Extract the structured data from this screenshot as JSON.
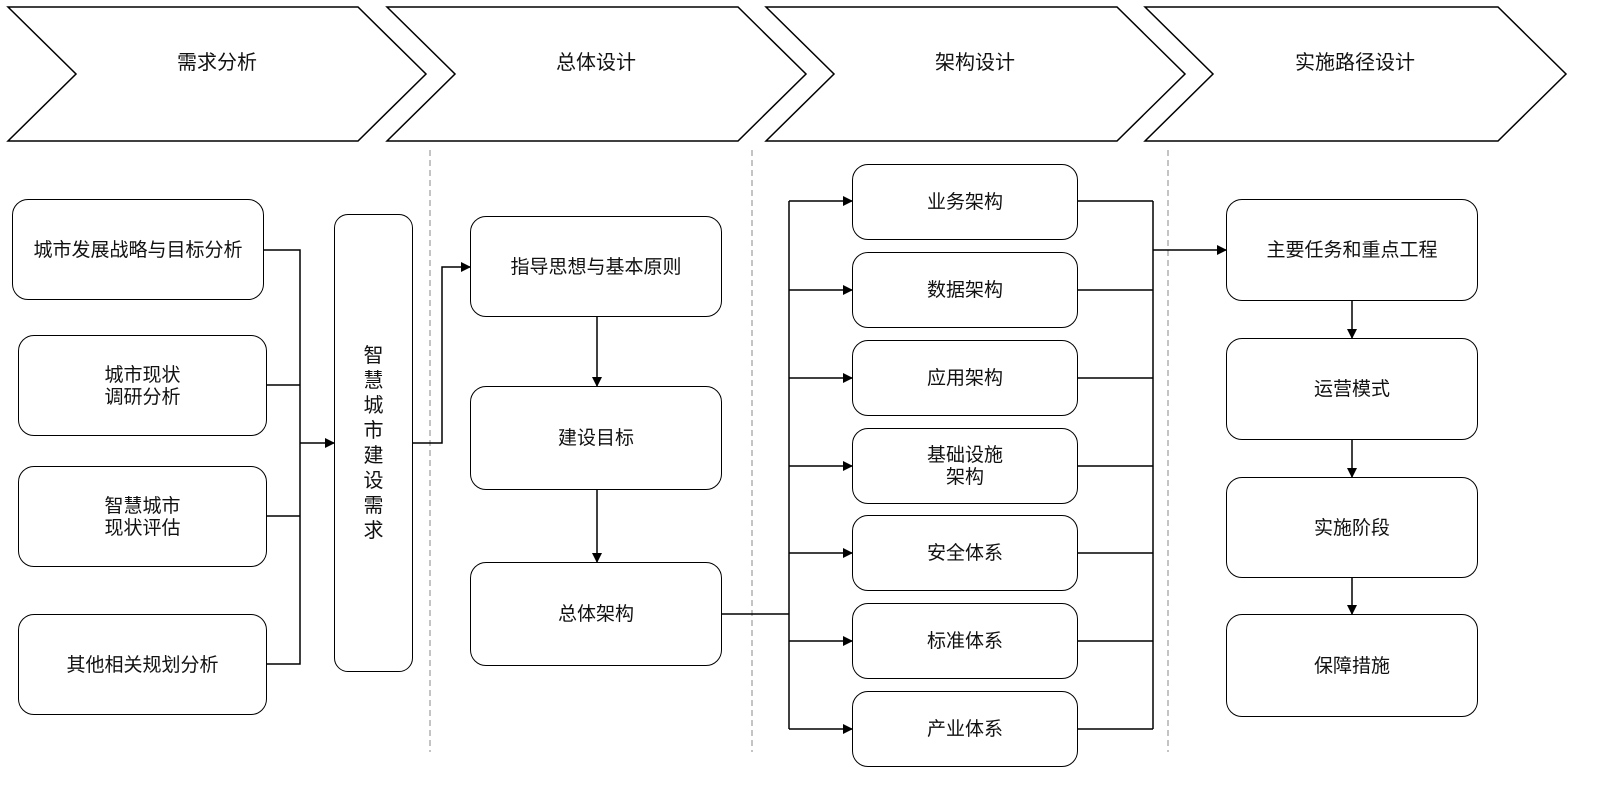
{
  "phases": [
    "需求分析",
    "总体设计",
    "架构设计",
    "实施路径设计"
  ],
  "analysis": {
    "items": [
      "城市发展战略与目标分析",
      "城市现状\n调研分析",
      "智慧城市\n现状评估",
      "其他相关规划分析"
    ],
    "need": "智慧城市建设需求"
  },
  "design": {
    "items": [
      "指导思想与基本原则",
      "建设目标",
      "总体架构"
    ]
  },
  "architecture": {
    "items": [
      "业务架构",
      "数据架构",
      "应用架构",
      "基础设施\n架构",
      "安全体系",
      "标准体系",
      "产业体系"
    ]
  },
  "implementation": {
    "items": [
      "主要任务和重点工程",
      "运营模式",
      "实施阶段",
      "保障措施"
    ]
  }
}
